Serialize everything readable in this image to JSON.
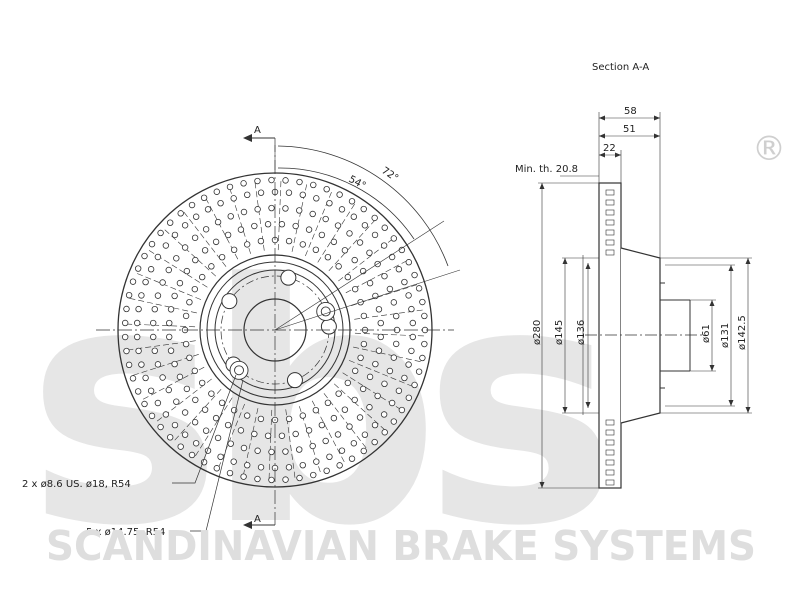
{
  "watermark": {
    "logo_text": "sbs",
    "registered_mark": "®",
    "brand_name": "SCANDINAVIAN BRAKE SYSTEMS",
    "logo_color": "#e6e6e6",
    "brand_color": "#dedede"
  },
  "front_view": {
    "section_marker_top": "A",
    "section_marker_bottom": "A",
    "angle_1": "54°",
    "angle_2": "72°",
    "callout_threaded_holes": "2 x ø8.6 US. ø18, R54",
    "callout_bolt_holes": "5 x ø14.75, R54"
  },
  "section_view": {
    "title": "Section A-A",
    "min_thickness": "Min. th. 20.8",
    "dim_overall_height": "58",
    "dim_height_51": "51",
    "dim_disc_thickness": "22",
    "dim_outer_diameter": "ø280",
    "dim_d145": "ø145",
    "dim_d136": "ø136",
    "dim_center_bore": "ø61",
    "dim_d131": "ø131",
    "dim_d142_5": "ø142.5"
  }
}
